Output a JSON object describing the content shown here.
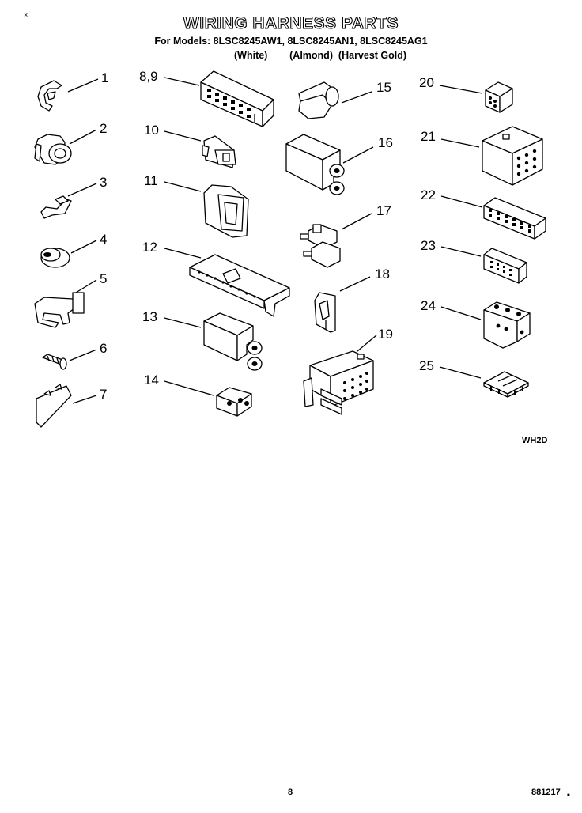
{
  "header": {
    "corner_mark": "×",
    "title": "WIRING HARNESS PARTS",
    "models_line": "For Models: 8LSC8245AW1, 8LSC8245AN1, 8LSC8245AG1",
    "colors_line": "(White)        (Almond)  (Harvest Gold)"
  },
  "diagram": {
    "labels": [
      "1",
      "2",
      "3",
      "4",
      "5",
      "6",
      "7",
      "8,9",
      "10",
      "11",
      "12",
      "13",
      "14",
      "15",
      "16",
      "17",
      "18",
      "19",
      "20",
      "21",
      "22",
      "23",
      "24",
      "25"
    ],
    "code": "WH2D"
  },
  "footer": {
    "page_number": "8",
    "doc_number": "881217",
    "end_mark": "■"
  }
}
